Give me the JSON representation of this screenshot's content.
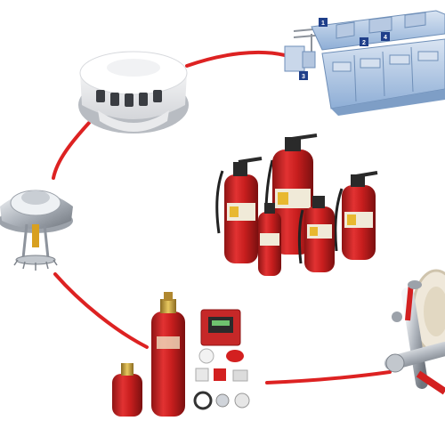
{
  "scene": {
    "background": "#ffffff",
    "accent_red": "#d32020",
    "loop_red": "#dd2222",
    "steel_light": "#e6e9ee",
    "steel_dark": "#8d939c",
    "blue_equipment": "#8eaed6"
  },
  "items": [
    {
      "name": "smoke-detector",
      "icon": "smoke-detector-icon"
    },
    {
      "name": "kitchen-hood-suppression-system",
      "icon": "kitchen-hood-icon"
    },
    {
      "name": "fire-sprinkler-head",
      "icon": "sprinkler-icon"
    },
    {
      "name": "fire-extinguishers-group",
      "icon": "fire-extinguisher-icon"
    },
    {
      "name": "clean-agent-suppression-system",
      "icon": "gas-cylinder-icon"
    },
    {
      "name": "fire-hose-standpipe",
      "icon": "fire-hose-icon"
    }
  ],
  "kitchen_callouts": [
    "1",
    "2",
    "3",
    "4"
  ]
}
